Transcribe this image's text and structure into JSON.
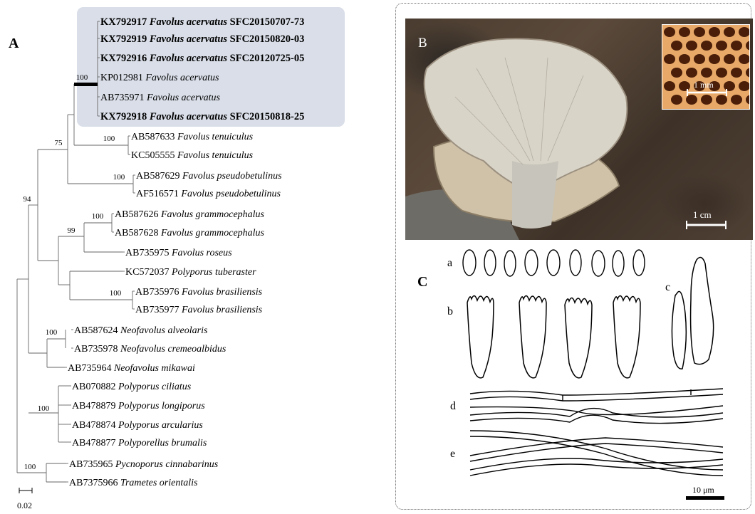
{
  "panel_a": {
    "label": "A",
    "taxa": [
      {
        "accession": "KX792917",
        "species": "Favolus acervatus",
        "voucher": "SFC20150707-73",
        "bold": true
      },
      {
        "accession": "KX792919",
        "species": "Favolus acervatus",
        "voucher": "SFC20150820-03",
        "bold": true
      },
      {
        "accession": "KX792916",
        "species": "Favolus acervatus",
        "voucher": "SFC20120725-05",
        "bold": true
      },
      {
        "accession": "KP012981",
        "species": "Favolus acervatus",
        "voucher": "",
        "bold": false
      },
      {
        "accession": "AB735971",
        "species": "Favolus acervatus",
        "voucher": "",
        "bold": false
      },
      {
        "accession": "KX792918",
        "species": "Favolus acervatus",
        "voucher": "SFC20150818-25",
        "bold": true
      },
      {
        "accession": "AB587633",
        "species": "Favolus tenuiculus",
        "voucher": "",
        "bold": false
      },
      {
        "accession": "KC505555",
        "species": "Favolus tenuiculus",
        "voucher": "",
        "bold": false
      },
      {
        "accession": "AB587629",
        "species": "Favolus pseudobetulinus",
        "voucher": "",
        "bold": false
      },
      {
        "accession": "AF516571",
        "species": "Favolus pseudobetulinus",
        "voucher": "",
        "bold": false
      },
      {
        "accession": "AB587626",
        "species": "Favolus grammocephalus",
        "voucher": "",
        "bold": false
      },
      {
        "accession": "AB587628",
        "species": "Favolus grammocephalus",
        "voucher": "",
        "bold": false
      },
      {
        "accession": "AB735975",
        "species": "Favolus roseus",
        "voucher": "",
        "bold": false
      },
      {
        "accession": "KC572037",
        "species": "Polyporus tuberaster",
        "voucher": "",
        "bold": false
      },
      {
        "accession": "AB735976",
        "species": "Favolus brasiliensis",
        "voucher": "",
        "bold": false
      },
      {
        "accession": "AB735977",
        "species": "Favolus brasiliensis",
        "voucher": "",
        "bold": false
      },
      {
        "accession": "AB587624",
        "species": "Neofavolus alveolaris",
        "voucher": "",
        "bold": false
      },
      {
        "accession": "AB735978",
        "species": "Neofavolus cremeoalbidus",
        "voucher": "",
        "bold": false
      },
      {
        "accession": "AB735964",
        "species": "Neofavolus mikawai",
        "voucher": "",
        "bold": false
      },
      {
        "accession": "AB070882",
        "species": "Polyporus ciliatus",
        "voucher": "",
        "bold": false
      },
      {
        "accession": "AB478879",
        "species": "Polyporus longiporus",
        "voucher": "",
        "bold": false
      },
      {
        "accession": "AB478874",
        "species": "Polyporus arcularius",
        "voucher": "",
        "bold": false
      },
      {
        "accession": "AB478877",
        "species": "Polyporellus brumalis",
        "voucher": "",
        "bold": false
      },
      {
        "accession": "AB735965",
        "species": "Pycnoporus cinnabarinus",
        "voucher": "",
        "bold": false
      },
      {
        "accession": "AB7375966",
        "species": "Trametes orientalis",
        "voucher": "",
        "bold": false
      }
    ],
    "support_values": [
      "100",
      "100",
      "75",
      "100",
      "100",
      "99",
      "94",
      "100",
      "100",
      "100",
      "100"
    ],
    "scale_bar_label": "0.02",
    "highlight_color": "#d9dee8"
  },
  "panel_b": {
    "label": "B",
    "inset_scale_label": "1 mm",
    "photo_scale_label": "1 cm"
  },
  "panel_c": {
    "label": "C",
    "part_labels": {
      "a": "a",
      "b": "b",
      "c": "c",
      "d": "d",
      "e": "e"
    },
    "scale_label": "10 μm"
  }
}
